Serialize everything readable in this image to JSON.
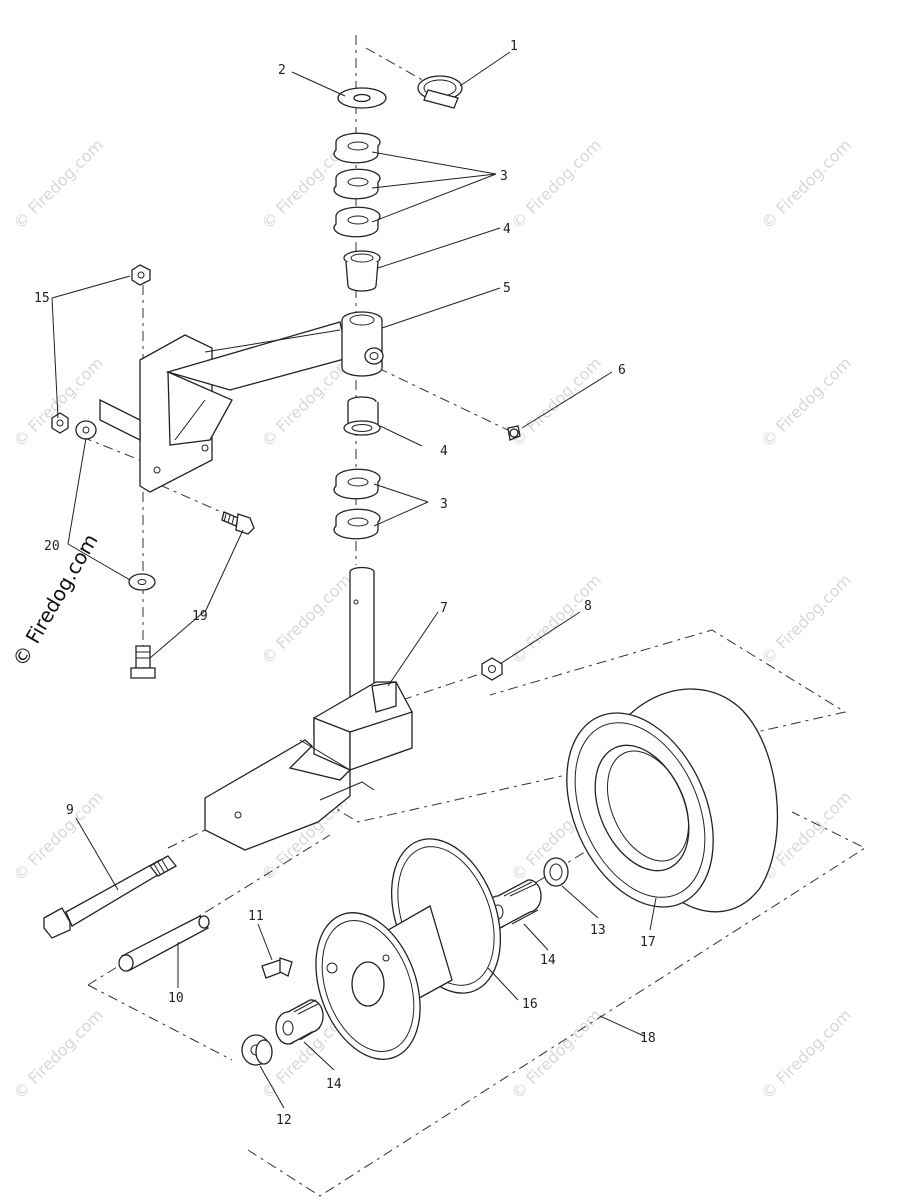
{
  "watermark": {
    "text": "© Firedog.com",
    "color": "#d8d8d8",
    "main_color": "#111111"
  },
  "callouts": {
    "c1": "1",
    "c2": "2",
    "c3a": "3",
    "c3b": "3",
    "c4a": "4",
    "c4b": "4",
    "c5": "5",
    "c6": "6",
    "c7": "7",
    "c8": "8",
    "c9": "9",
    "c10": "10",
    "c11": "11",
    "c12": "12",
    "c13": "13",
    "c14a": "14",
    "c14b": "14",
    "c15": "15",
    "c16": "16",
    "c17": "17",
    "c18": "18",
    "c19": "19",
    "c20": "20"
  }
}
